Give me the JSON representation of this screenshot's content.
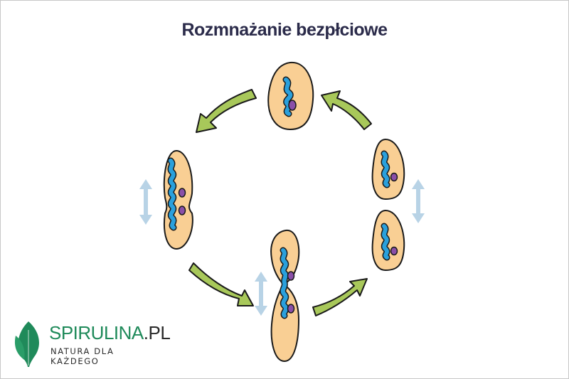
{
  "title": "Rozmnażanie bezpłciowe",
  "colors": {
    "title": "#2b2b4a",
    "cell_fill": "#f9cf94",
    "cell_outline": "#1a1a1a",
    "dna": "#2aa0dc",
    "nucleus": "#8a4fa8",
    "cycle_arrow": "#a8c85a",
    "split_arrow": "#b8d3e6",
    "brand_green": "#1f8a5a"
  },
  "diagram": {
    "stages": [
      {
        "id": "single-cell",
        "label": "Single cell (top)"
      },
      {
        "id": "elongating-cell",
        "label": "Elongating cell with duplicated DNA (left)"
      },
      {
        "id": "dividing-cell",
        "label": "Cell pinching in two (bottom)"
      },
      {
        "id": "daughter-cells",
        "label": "Two daughter cells (right)"
      }
    ],
    "arrows": [
      {
        "from": "single-cell",
        "to": "elongating-cell",
        "type": "cycle-arrow"
      },
      {
        "from": "elongating-cell",
        "to": "dividing-cell",
        "type": "cycle-arrow"
      },
      {
        "from": "dividing-cell",
        "to": "daughter-cells",
        "type": "cycle-arrow"
      },
      {
        "from": "daughter-cells",
        "to": "single-cell",
        "type": "cycle-arrow"
      }
    ]
  },
  "logo": {
    "name_main": "SPIRULINA",
    "name_suffix": ".PL",
    "tagline": "NATURA DLA KAŻDEGO"
  }
}
